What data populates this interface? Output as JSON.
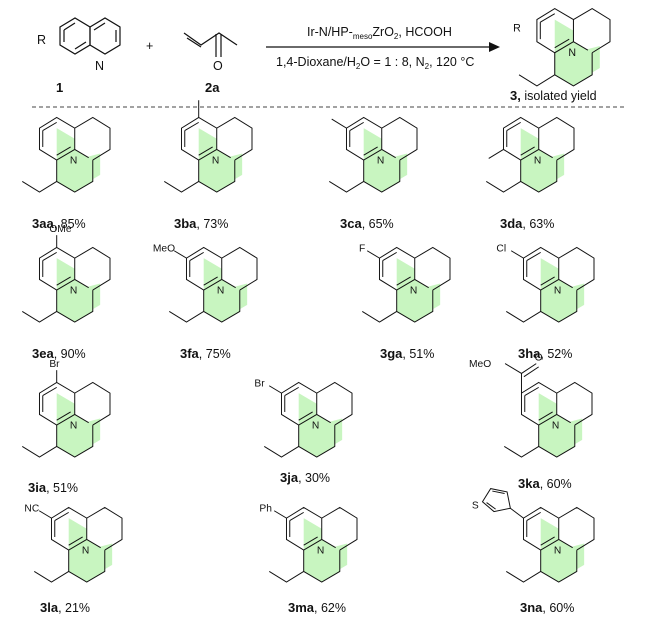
{
  "header": {
    "reactant1": {
      "number": "1",
      "r_label": "R",
      "n_label": "N"
    },
    "plus": "+",
    "reactant2": {
      "number": "2a",
      "o_label": "O"
    },
    "conditions_line1": {
      "prefix": "Ir-N/HP-",
      "subscript": "meso",
      "suffix": "ZrO",
      "sub2": "2",
      "tail": ", HCOOH"
    },
    "conditions_line2": {
      "prefix": "1,4-Dioxane/H",
      "sub": "2",
      "mid": "O = 1 : 8, N",
      "sub2": "2",
      "tail": ", 120 °C"
    },
    "product": {
      "number": "3,",
      "label": " isolated yield",
      "r_label": "R",
      "n_label": "N"
    }
  },
  "colors": {
    "highlight_ring": "#c8f5c0",
    "bond": "#111111",
    "divider": "#444444"
  },
  "products": [
    {
      "id": "3aa",
      "yield": ", 85%",
      "substituent": ""
    },
    {
      "id": "3ba",
      "yield": ", 73%",
      "substituent": ""
    },
    {
      "id": "3ca",
      "yield": ", 65%",
      "substituent": ""
    },
    {
      "id": "3da",
      "yield": ", 63%",
      "substituent": ""
    },
    {
      "id": "3ea",
      "yield": ", 90%",
      "substituent": "OMe"
    },
    {
      "id": "3fa",
      "yield": ", 75%",
      "substituent": "MeO"
    },
    {
      "id": "3ga",
      "yield": ", 51%",
      "substituent": "F"
    },
    {
      "id": "3ha",
      "yield": ", 52%",
      "substituent": "Cl"
    },
    {
      "id": "3ia",
      "yield": ", 51%",
      "substituent": "Br"
    },
    {
      "id": "3ja",
      "yield": ", 30%",
      "substituent": "Br"
    },
    {
      "id": "3ka",
      "yield": ", 60%",
      "substituent": "MeO",
      "extra": "O"
    },
    {
      "id": "3la",
      "yield": ", 21%",
      "substituent": "NC"
    },
    {
      "id": "3ma",
      "yield": ", 62%",
      "substituent": "Ph"
    },
    {
      "id": "3na",
      "yield": ", 60%",
      "substituent": "S"
    }
  ]
}
